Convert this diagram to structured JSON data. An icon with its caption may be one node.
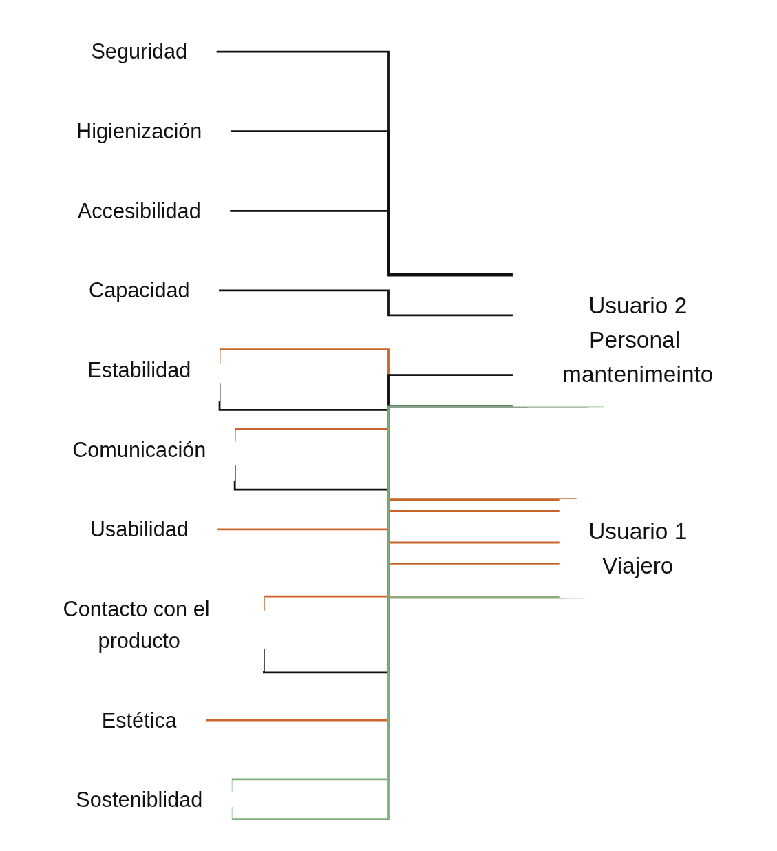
{
  "diagram": {
    "nodes": [
      {
        "text": [
          "Seguridad"
        ]
      },
      {
        "text": [
          "Estabilidad"
        ]
      },
      {
        "text": [
          "Accesibilidad"
        ]
      },
      {
        "text": [
          "Higienización"
        ]
      },
      {
        "text": [
          "Usabilidad"
        ]
      },
      {
        "text": [
          "Estética"
        ]
      },
      {
        "text": [
          "Comunicación"
        ]
      },
      {
        "text": [
          "Capacidad"
        ]
      },
      {
        "text": [
          "Contacto con el producto"
        ]
      },
      {
        "text": [
          "Sosteniblidad"
        ]
      },
      {
        "text": [
          "Usuario 1",
          "Viajero"
        ]
      },
      {
        "text": [
          "Usuario 2",
          "Personal mantenimeinto"
        ]
      }
    ],
    "edges": [
      {
        "from": 1,
        "to": 10,
        "arrow": "none",
        "color": "#c8642a"
      },
      {
        "from": 4,
        "to": 10,
        "arrow": "none",
        "color": "#c8642a"
      },
      {
        "from": 5,
        "to": 10,
        "arrow": "none",
        "color": "#c8642a"
      },
      {
        "from": 6,
        "to": 10,
        "arrow": "none",
        "color": "#c8642a"
      },
      {
        "from": 8,
        "to": 10,
        "arrow": "none",
        "color": "#c8642a"
      },
      {
        "from": 9,
        "to": 10,
        "arrow": "none",
        "color": "#7fae7f"
      },
      {
        "from": 0,
        "to": 11,
        "arrow": "none"
      },
      {
        "from": 3,
        "to": 11,
        "arrow": "none"
      },
      {
        "from": 2,
        "to": 11,
        "arrow": "none"
      },
      {
        "from": 1,
        "to": 11,
        "arrow": "none"
      },
      {
        "from": 6,
        "to": 11,
        "arrow": "none"
      },
      {
        "from": 7,
        "to": 11,
        "arrow": "none"
      },
      {
        "from": 8,
        "to": 11,
        "arrow": "none"
      },
      {
        "from": 9,
        "to": 11,
        "arrow": "none",
        "color": "#7fae7f"
      }
    ]
  }
}
